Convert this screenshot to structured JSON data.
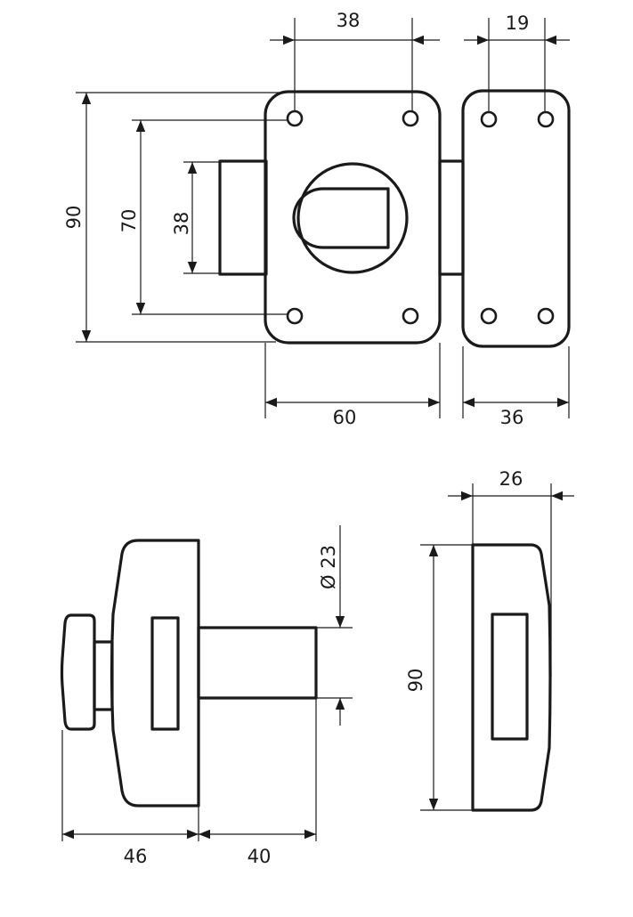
{
  "drawing": {
    "front_view": {
      "dim_hole_spacing_horizontal": "38",
      "dim_total_height": "90",
      "dim_hole_spacing_vertical": "70",
      "dim_bolt_height": "38",
      "dim_body_width": "60"
    },
    "strike_plate_view": {
      "dim_hole_spacing_horizontal": "19",
      "dim_width": "36"
    },
    "side_view": {
      "dim_cylinder_diameter": "Ø 23",
      "dim_body_depth": "46",
      "dim_cylinder_length": "40"
    },
    "strike_side_view": {
      "dim_depth": "26",
      "dim_height": "90"
    }
  }
}
